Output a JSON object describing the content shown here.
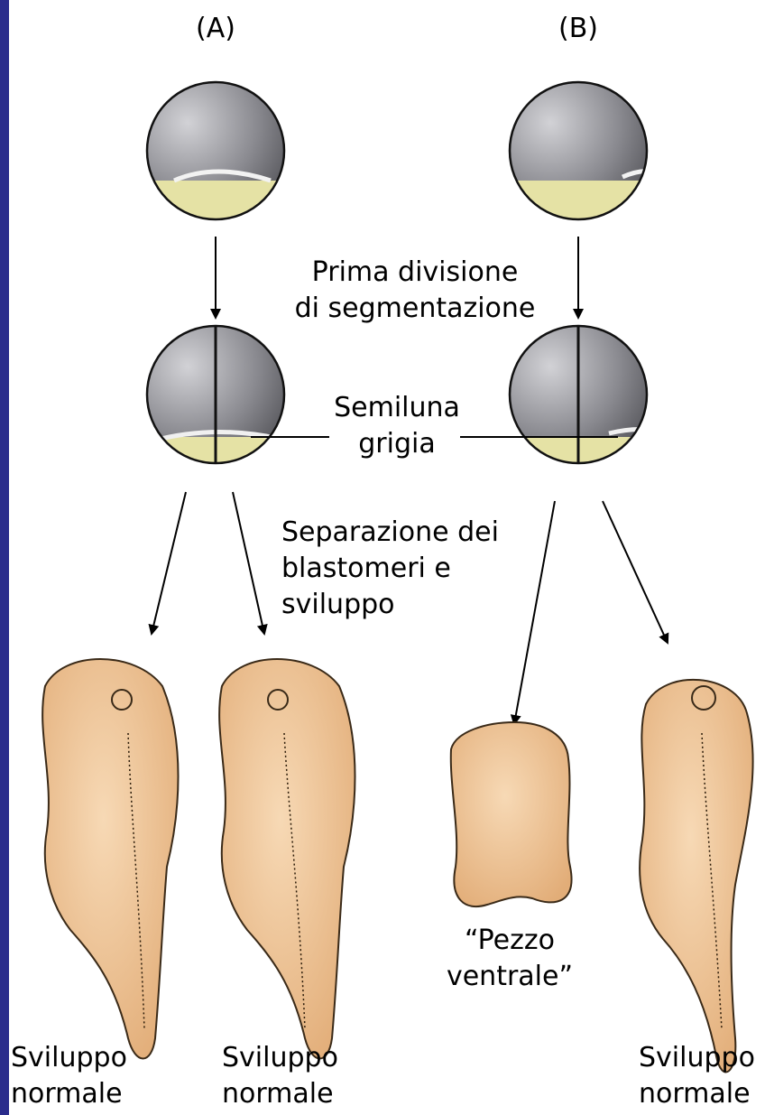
{
  "colors": {
    "background_border": "#2a2c8c",
    "egg_dark": "#6e6e73",
    "egg_light": "#d2d2d6",
    "yolk": "#e5e2a5",
    "embryo": "#ecc296",
    "embryo_outline": "#3a2a18"
  },
  "panels": {
    "a_label": "(A)",
    "b_label": "(B)"
  },
  "labels": {
    "first_cleavage_line1": "Prima divisione",
    "first_cleavage_line2": "di segmentazione",
    "gray_crescent_line1": "Semiluna",
    "gray_crescent_line2": "grigia",
    "separation_line1": "Separazione dei",
    "separation_line2": "blastomeri e",
    "separation_line3": "sviluppo",
    "ventral_piece_line1": "“Pezzo",
    "ventral_piece_line2": "ventrale”"
  },
  "results": [
    {
      "line1": "Sviluppo",
      "line2": "normale"
    },
    {
      "line1": "Sviluppo",
      "line2": "normale"
    },
    {
      "line1": "Sviluppo",
      "line2": "normale"
    }
  ]
}
